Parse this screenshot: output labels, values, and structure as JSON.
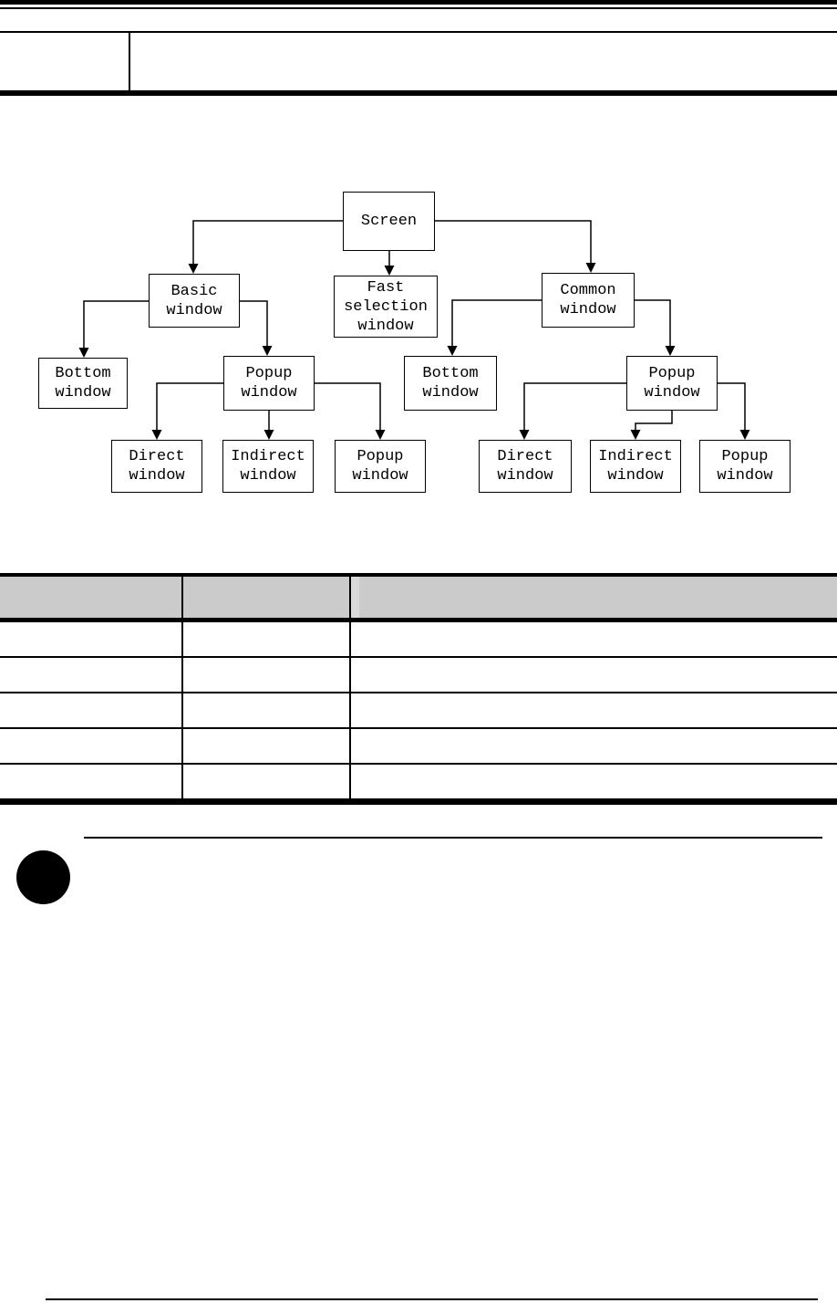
{
  "page": {
    "bg": "#ffffff",
    "rule_color": "#000000",
    "table_header_bg": "#cbcbcb"
  },
  "header": {
    "left_cell": "",
    "right_cell": ""
  },
  "diagram": {
    "nodes": [
      {
        "id": "screen",
        "label": "Screen"
      },
      {
        "id": "basic-window",
        "label": "Basic\nwindow"
      },
      {
        "id": "fast-selection-window",
        "label": "Fast\nselection\nwindow"
      },
      {
        "id": "common-window",
        "label": "Common\nwindow"
      },
      {
        "id": "bottom-window-basic",
        "label": "Bottom\nwindow"
      },
      {
        "id": "popup-window-basic",
        "label": "Popup\nwindow"
      },
      {
        "id": "bottom-window-common",
        "label": "Bottom\nwindow"
      },
      {
        "id": "popup-window-common",
        "label": "Popup\nwindow"
      },
      {
        "id": "direct-window-basic",
        "label": "Direct\nwindow"
      },
      {
        "id": "indirect-window-basic",
        "label": "Indirect\nwindow"
      },
      {
        "id": "popup-window-basic-child",
        "label": "Popup\nwindow"
      },
      {
        "id": "direct-window-common",
        "label": "Direct\nwindow"
      },
      {
        "id": "indirect-window-common",
        "label": "Indirect\nwindow"
      },
      {
        "id": "popup-window-common-child",
        "label": "Popup\nwindow"
      }
    ],
    "edges": [
      {
        "from": "screen",
        "to": "basic-window"
      },
      {
        "from": "screen",
        "to": "fast-selection-window"
      },
      {
        "from": "screen",
        "to": "common-window"
      },
      {
        "from": "basic-window",
        "to": "bottom-window-basic"
      },
      {
        "from": "basic-window",
        "to": "popup-window-basic"
      },
      {
        "from": "common-window",
        "to": "bottom-window-common"
      },
      {
        "from": "common-window",
        "to": "popup-window-common"
      },
      {
        "from": "popup-window-basic",
        "to": "direct-window-basic"
      },
      {
        "from": "popup-window-basic",
        "to": "indirect-window-basic"
      },
      {
        "from": "popup-window-basic",
        "to": "popup-window-basic-child"
      },
      {
        "from": "popup-window-common",
        "to": "direct-window-common"
      },
      {
        "from": "popup-window-common",
        "to": "indirect-window-common"
      },
      {
        "from": "popup-window-common",
        "to": "popup-window-common-child"
      }
    ]
  },
  "table": {
    "headers": [
      "",
      "",
      ""
    ],
    "rows": [
      [
        "",
        "",
        ""
      ],
      [
        "",
        "",
        ""
      ],
      [
        "",
        "",
        ""
      ],
      [
        "",
        "",
        ""
      ],
      [
        "",
        "",
        ""
      ]
    ]
  }
}
